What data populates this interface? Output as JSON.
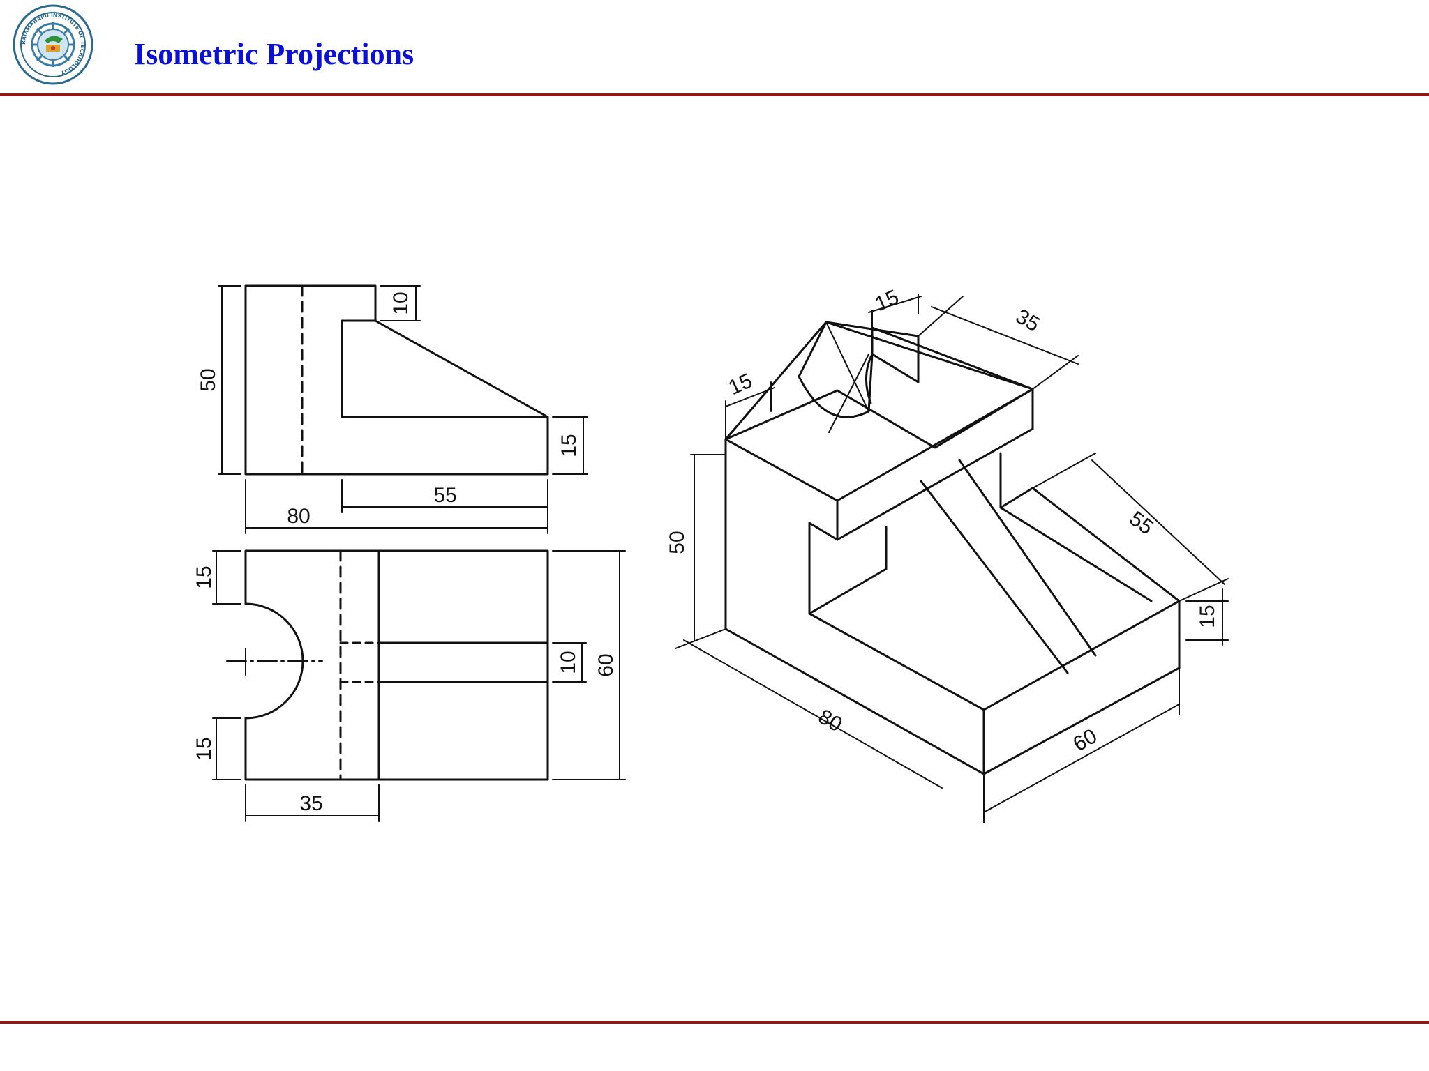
{
  "header": {
    "title": "Isometric Projections",
    "logo": {
      "icon": "institute-seal-logo",
      "ring_text": "RAJAMAHAPU INSTITUTE OF TECHNOLOGY"
    }
  },
  "colors": {
    "title": "#0b10d8",
    "rule": "#8b1a1a",
    "ink": "#111111"
  },
  "diagram": {
    "front_view": {
      "dims": {
        "height": "50",
        "top_step": "10",
        "base_height": "15",
        "sloped_length": "55",
        "total_length": "80"
      }
    },
    "top_view": {
      "dims": {
        "top_offset": "15",
        "slot": "10",
        "width": "60",
        "bottom_offset": "15",
        "slot_length": "35"
      }
    },
    "isometric_view": {
      "dims": {
        "slot_width": "15",
        "radius": "15",
        "top_length": "35",
        "height": "50",
        "base_length": "55",
        "base_height": "15",
        "length": "80",
        "width": "60"
      }
    }
  }
}
